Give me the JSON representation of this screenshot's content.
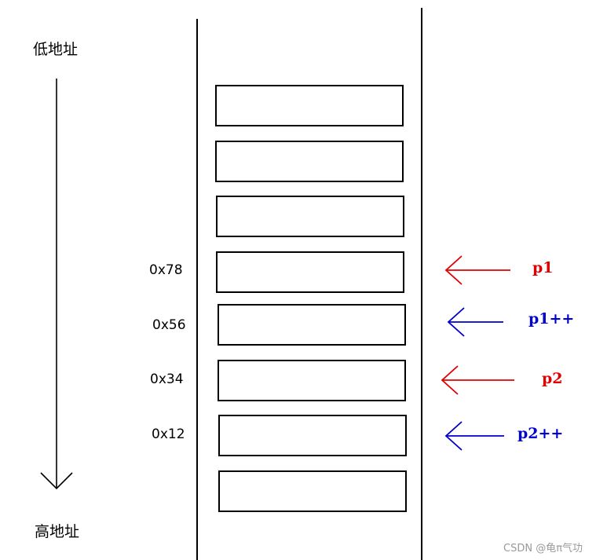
{
  "address_axis": {
    "top_label": "低地址",
    "bottom_label": "高地址"
  },
  "memory_cells": [
    {
      "value": ""
    },
    {
      "value": ""
    },
    {
      "value": ""
    },
    {
      "value": "0x78"
    },
    {
      "value": "0x56"
    },
    {
      "value": "0x34"
    },
    {
      "value": "0x12"
    },
    {
      "value": ""
    }
  ],
  "pointers": [
    {
      "label": "p1",
      "color": "#e00000",
      "target_cell": 3
    },
    {
      "label": "p1++",
      "color": "#0000cc",
      "target_cell": 4
    },
    {
      "label": "p2",
      "color": "#e00000",
      "target_cell": 5
    },
    {
      "label": "p2++",
      "color": "#0000cc",
      "target_cell": 6
    }
  ],
  "watermark": "CSDN @龟π气功"
}
